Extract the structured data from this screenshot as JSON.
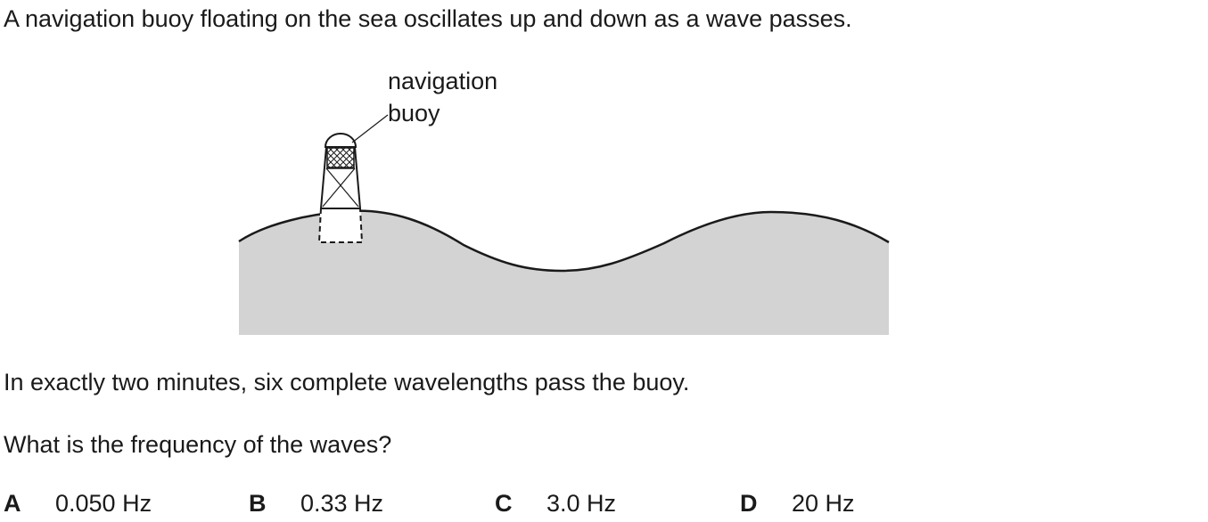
{
  "question": {
    "intro": "A navigation buoy floating on the sea oscillates up and down as a wave passes.",
    "statement": "In exactly two minutes, six complete wavelengths pass the buoy.",
    "prompt": "What is the frequency of the waves?"
  },
  "diagram": {
    "label_line1": "navigation",
    "label_line2": "buoy",
    "colors": {
      "sea": "#d3d3d3",
      "outline": "#1a1a1a"
    }
  },
  "options": [
    {
      "letter": "A",
      "value": "0.050 Hz"
    },
    {
      "letter": "B",
      "value": "0.33 Hz"
    },
    {
      "letter": "C",
      "value": "3.0 Hz"
    },
    {
      "letter": "D",
      "value": "20 Hz"
    }
  ]
}
